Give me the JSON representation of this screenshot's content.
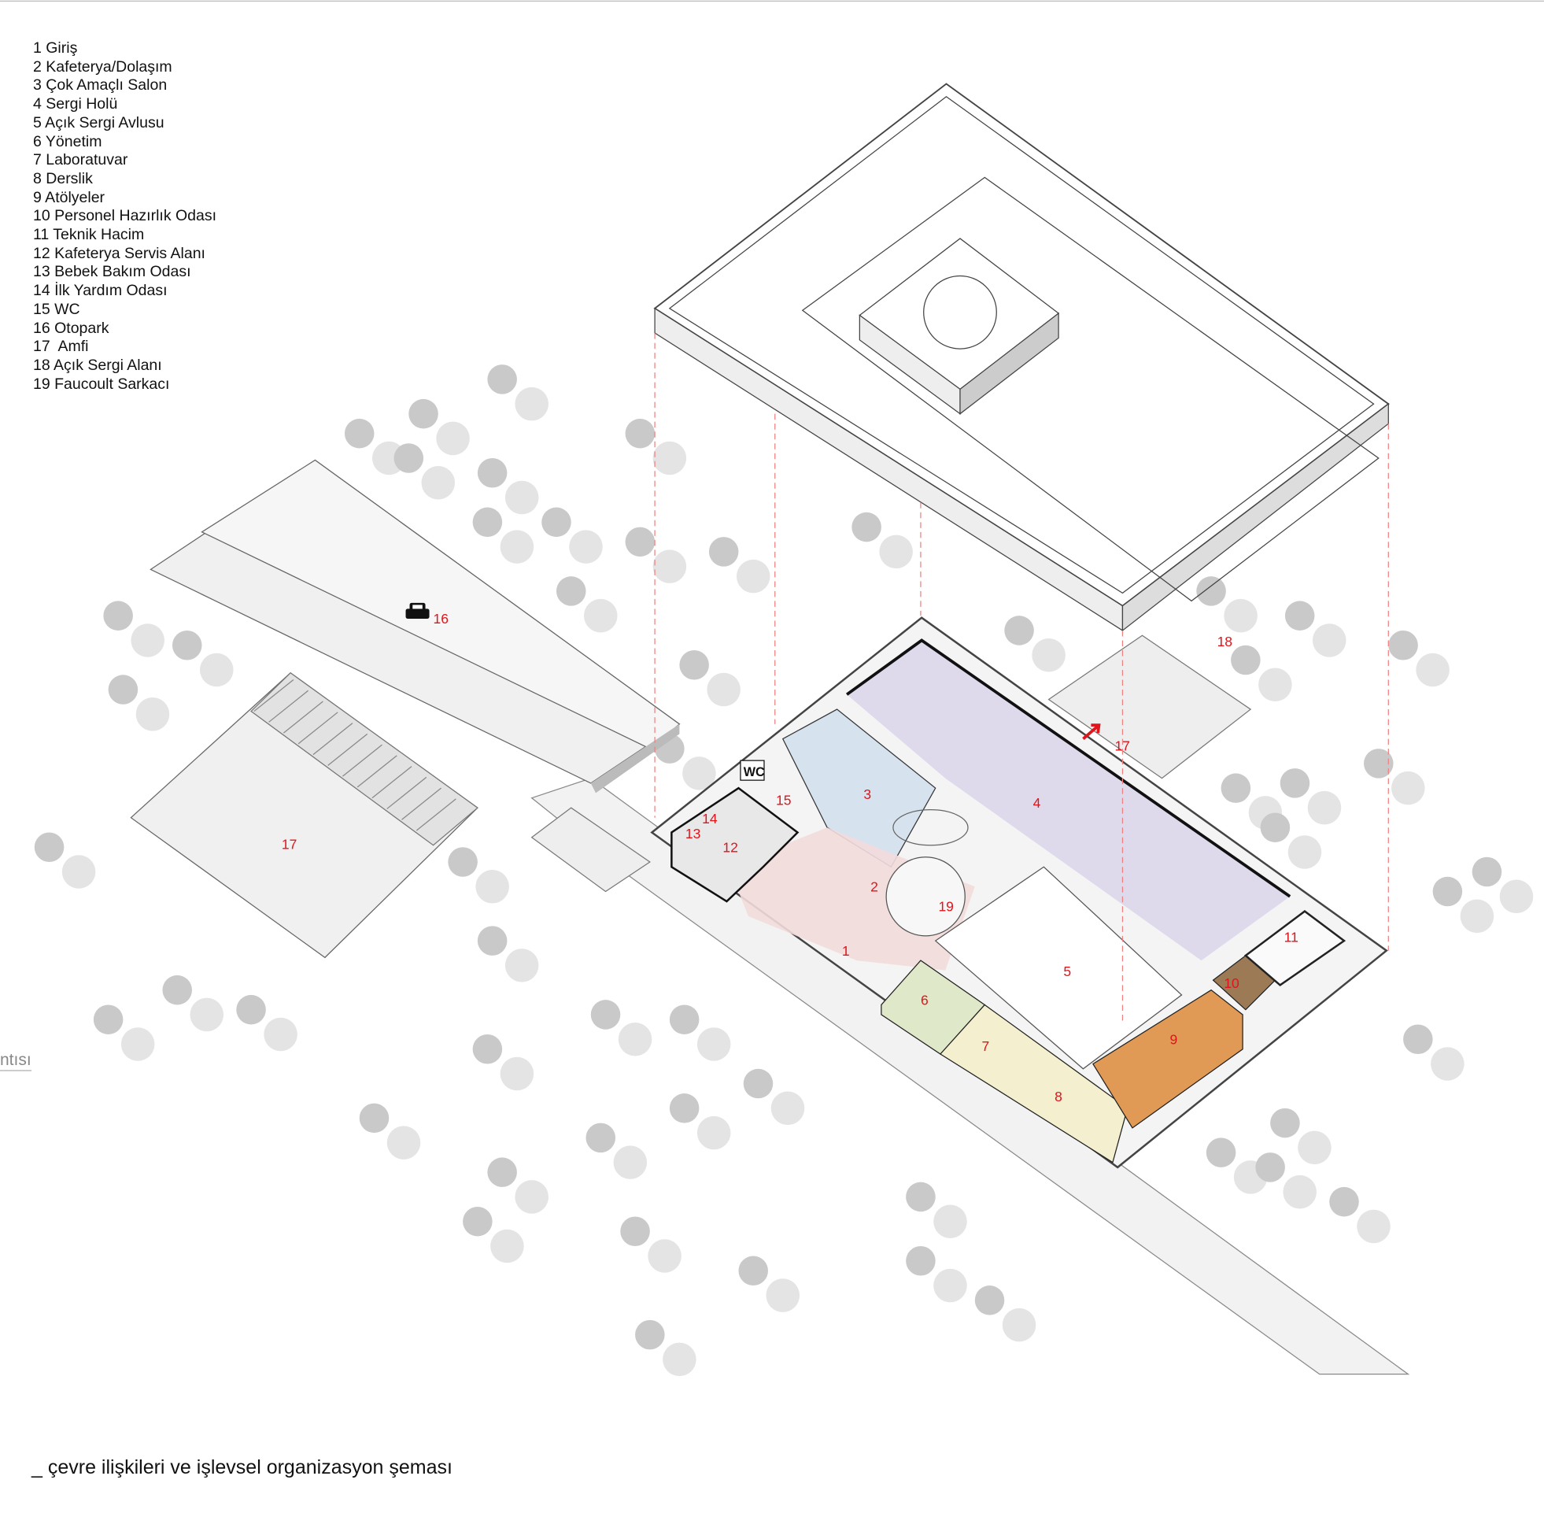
{
  "legend": [
    "1 Giriş",
    "2 Kafeterya/Dolaşım",
    "3 Çok Amaçlı Salon",
    "4 Sergi Holü",
    "5 Açık Sergi Avlusu",
    "6 Yönetim",
    "7 Laboratuvar",
    "8 Derslik",
    "9 Atölyeler",
    "10 Personel Hazırlık Odası",
    "11 Teknik Hacim",
    "12 Kafeterya Servis Alanı",
    "13 Bebek Bakım Odası",
    "14 İlk Yardım Odası",
    "15 WC",
    "16 Otopark",
    "17  Amfi",
    "18 Açık Sergi Alanı",
    "19 Faucoult Sarkacı"
  ],
  "caption": "_ çevre ilişkileri ve işlevsel organizasyon şeması",
  "cut_off_text": "ntısı",
  "wc_sign": "WC",
  "plan_labels": {
    "l1": "1",
    "l2": "2",
    "l3": "3",
    "l4": "4",
    "l5": "5",
    "l6": "6",
    "l7": "7",
    "l8": "8",
    "l9": "9",
    "l10": "10",
    "l11": "11",
    "l12": "12",
    "l13": "13",
    "l14": "14",
    "l15": "15",
    "l16": "16",
    "l17a": "17",
    "l17b": "17",
    "l18": "18",
    "l19": "19"
  },
  "colors": {
    "label_red": "#e0141b",
    "hall_purple": "#dcd6ea",
    "salon_blue": "#d3e1ee",
    "cafe_pink": "#f3dcdc",
    "admin_green": "#dfe8c8",
    "lab_yellow": "#f4f0cf",
    "workshop_orange": "#e09a55",
    "staff_brown": "#9c7a55",
    "tree_gray": "#c9c9c9"
  }
}
